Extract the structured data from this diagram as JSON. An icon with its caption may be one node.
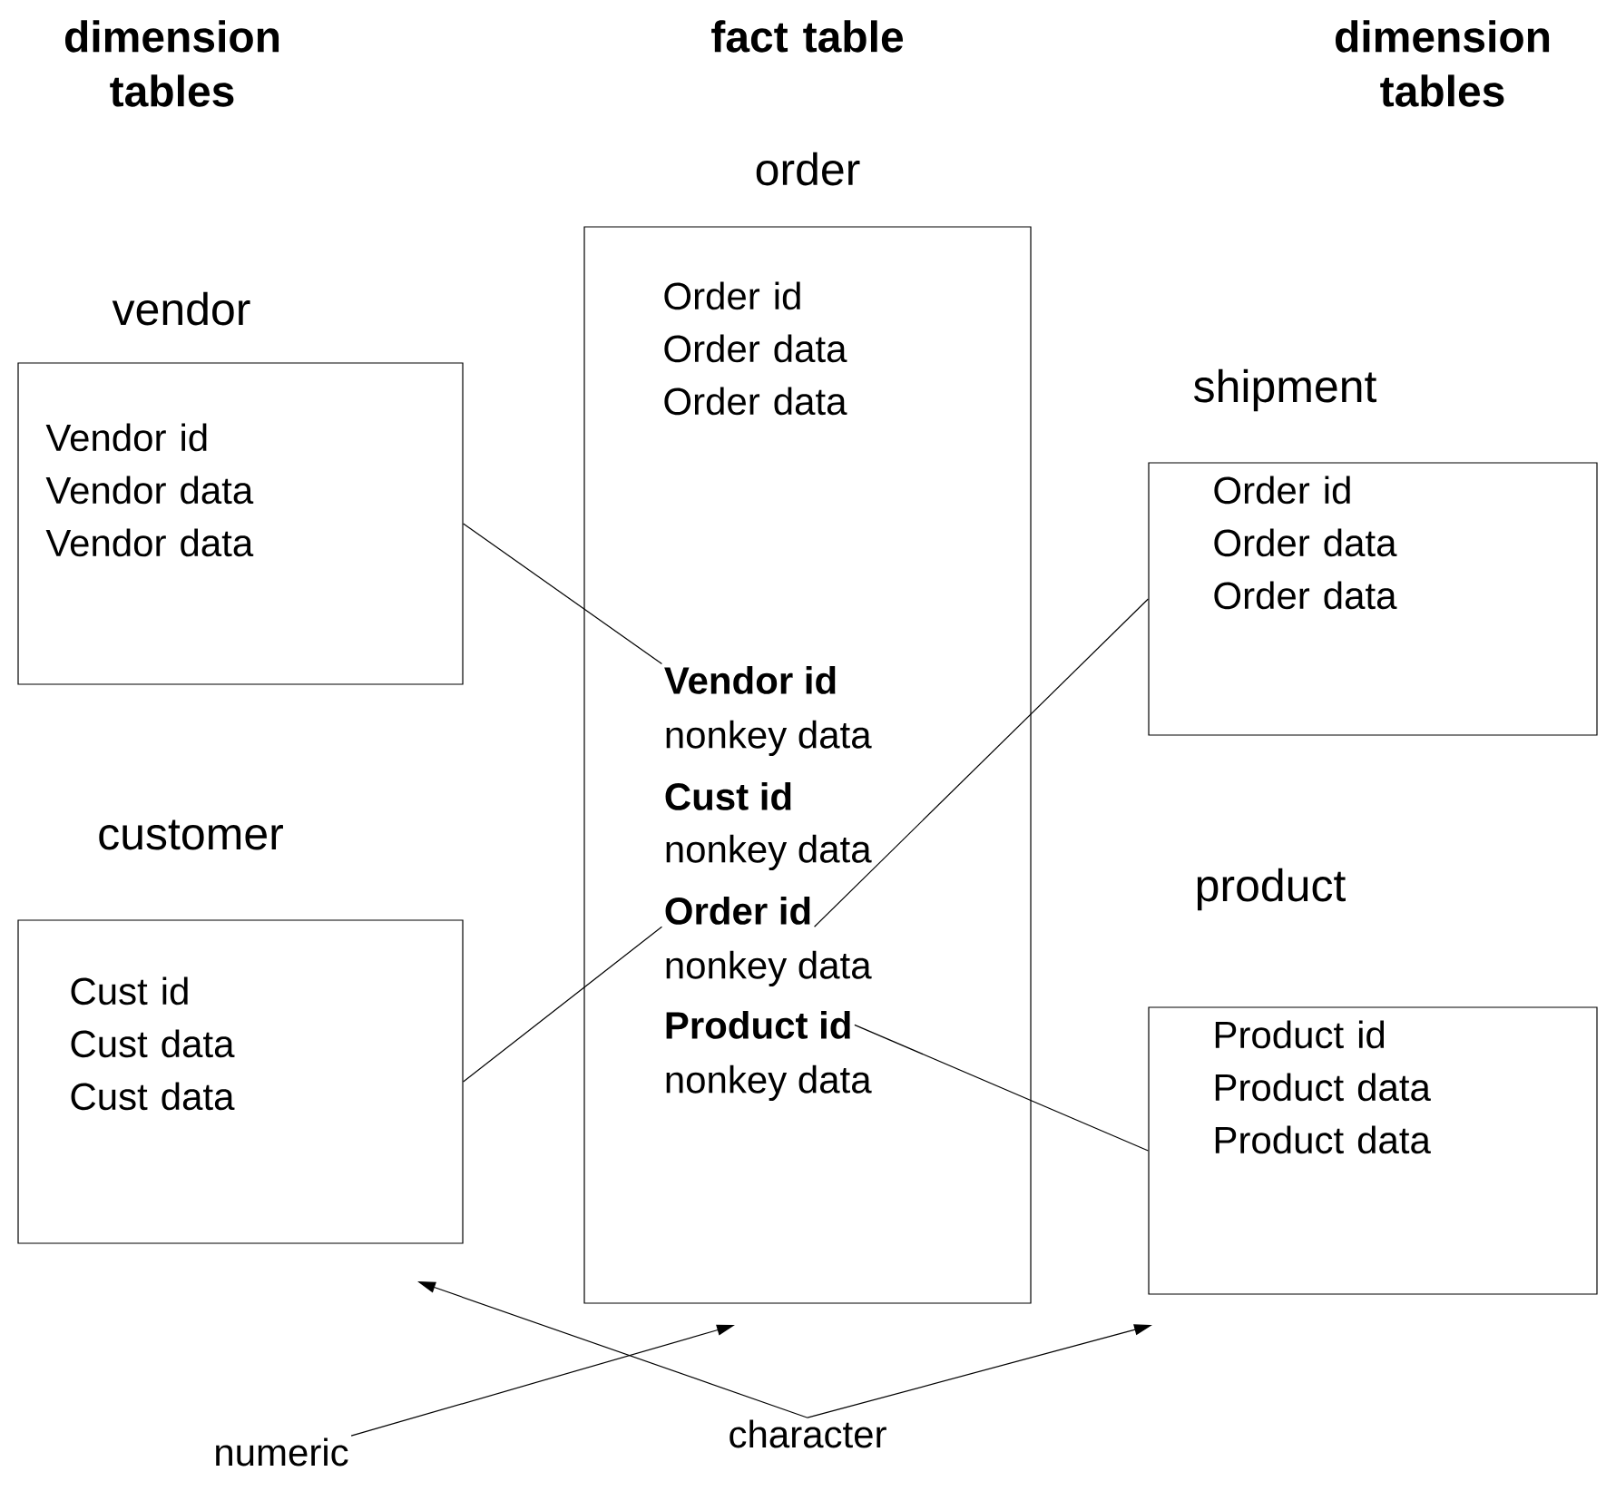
{
  "diagram": {
    "nodes": [
      {
        "text": [
          "vendor",
          "Vendor id Vendor data Vendor data"
        ]
      },
      {
        "text": [
          "customer",
          "Cust id Cust data Cust data"
        ]
      },
      {
        "text": [
          "order",
          "Order id Order data Order data"
        ]
      },
      {
        "text": [
          "**Vendor id**"
        ],
        "in": 2
      },
      {
        "text": [
          "nonkey data"
        ],
        "in": 2
      },
      {
        "text": [
          "**Cust id**"
        ],
        "in": 2
      },
      {
        "text": [
          "nonkey data"
        ],
        "in": 2
      },
      {
        "text": [
          "**Order id**"
        ],
        "in": 2
      },
      {
        "text": [
          "nonkey data"
        ],
        "in": 2
      },
      {
        "text": [
          "**Product id**"
        ],
        "in": 2
      },
      {
        "text": [
          "nonkey data"
        ],
        "in": 2
      },
      {
        "text": [
          "shipment",
          "Order id Order data Order data"
        ]
      },
      {
        "text": [
          "product",
          "Product id Product data Product data"
        ]
      },
      {
        "text": [
          "numeric"
        ]
      },
      {
        "text": [
          "character"
        ]
      }
    ],
    "edges": [
      {
        "from": 0,
        "to": 3,
        "arrow": "none"
      },
      {
        "from": 1,
        "to": 7,
        "arrow": "none"
      },
      {
        "from": 11,
        "to": 7,
        "arrow": "none"
      },
      {
        "from": 9,
        "to": 12,
        "arrow": "none"
      },
      {
        "from": 13,
        "to": null,
        "arrow": "to"
      },
      {
        "from": 14,
        "to": null,
        "arrow": "to"
      },
      {
        "from": 14,
        "to": null,
        "arrow": "to"
      }
    ],
    "labels": [
      "dimension tables",
      "fact table",
      "dimension tables"
    ]
  }
}
